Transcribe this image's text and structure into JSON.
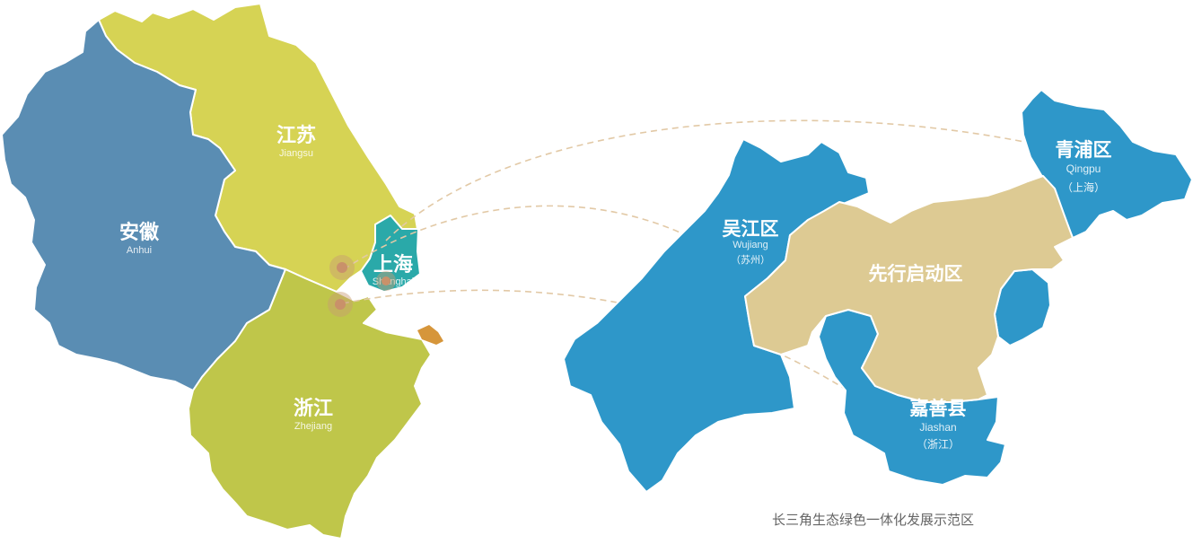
{
  "colors": {
    "anhui": "#5a8db3",
    "jiangsu": "#d6d354",
    "zhejiang": "#bfc64a",
    "shanghai": "#2aa9a9",
    "county": "#2e97c9",
    "pilot_zone": "#ddca93",
    "connector": "#e2c9a6",
    "marker": "#c9916a",
    "island": "#d6963b"
  },
  "provinces": {
    "anhui": {
      "name": "安徽",
      "pinyin": "Anhui"
    },
    "jiangsu": {
      "name": "江苏",
      "pinyin": "Jiangsu"
    },
    "zhejiang": {
      "name": "浙江",
      "pinyin": "Zhejiang"
    },
    "shanghai": {
      "name": "上海",
      "pinyin": "Shanghai"
    }
  },
  "counties": {
    "wujiang": {
      "name": "吴江区",
      "pinyin": "Wujiang",
      "parent": "（苏州）"
    },
    "qingpu": {
      "name": "青浦区",
      "pinyin": "Qingpu",
      "parent": "（上海）"
    },
    "jiashan": {
      "name": "嘉善县",
      "pinyin": "Jiashan",
      "parent": "（浙江）"
    }
  },
  "pilot_zone": {
    "name": "先行启动区"
  },
  "caption": "长三角生态绿色一体化发展示范区"
}
